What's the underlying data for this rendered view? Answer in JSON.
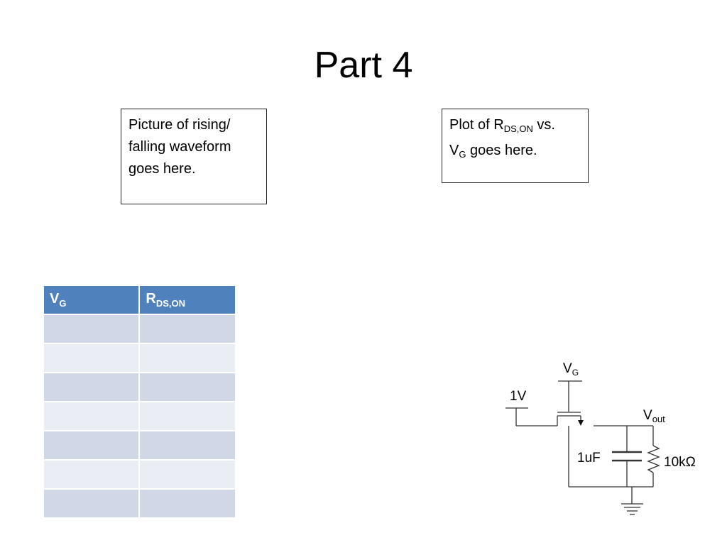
{
  "slide": {
    "title": "Part 4"
  },
  "placeholders": {
    "waveform": {
      "text": "Picture of rising/ falling waveform goes here."
    },
    "plot": {
      "prefix": "Plot of R",
      "sub1": "DS,ON",
      "mid": " vs.",
      "line2_main": "V",
      "sub2": "G",
      "suffix": " goes here."
    }
  },
  "table": {
    "headers": [
      {
        "main": "V",
        "sub": "G"
      },
      {
        "main": "R",
        "sub": "DS,ON"
      }
    ],
    "rows": [
      [
        "",
        ""
      ],
      [
        "",
        ""
      ],
      [
        "",
        ""
      ],
      [
        "",
        ""
      ],
      [
        "",
        ""
      ],
      [
        "",
        ""
      ],
      [
        "",
        ""
      ]
    ]
  },
  "circuit": {
    "vg_main": "V",
    "vg_sub": "G",
    "source_label": "1V",
    "vout_main": "V",
    "vout_sub": "out",
    "capacitor_label": "1uF",
    "resistor_label": "10kΩ"
  }
}
